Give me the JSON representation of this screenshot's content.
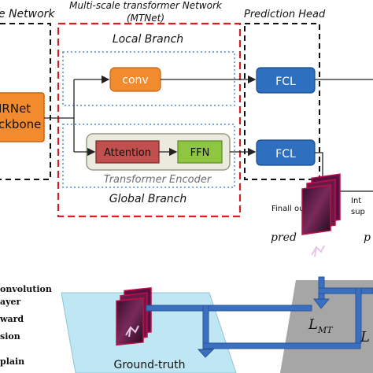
{
  "headers": {
    "backbone_partial": "e Network",
    "mtnet_line1": "Multi-scale transformer Network",
    "mtnet_line2": "(MTNet)",
    "prediction_head": "Prediction Head"
  },
  "branches": {
    "local": "Local Branch",
    "global": "Global Branch",
    "encoder": "Transformer Encoder"
  },
  "blocks": {
    "backbone_line1": "IRNet",
    "backbone_line2": "ckbone",
    "conv": "conv",
    "attention": "Attention",
    "ffn": "FFN",
    "fcl_top": "FCL",
    "fcl_bottom": "FCL"
  },
  "labels": {
    "final_output": "Finall output",
    "side_line1": "Int",
    "side_line2": "sup",
    "pred": "pred",
    "pred_partial": "p",
    "ground_truth": "Ground-truth",
    "loss_mt": "L",
    "loss_mt_sub": "MT",
    "loss_right": "L"
  },
  "legend": [
    "onvolution",
    "ayer",
    "ward",
    "sion",
    "plain"
  ],
  "colors": {
    "orange_block": "#f28a2e",
    "fcl_blue": "#2f6fbf",
    "attention_red": "#c0504d",
    "ffn_green": "#8ec641",
    "dashed_red": "#d42020",
    "dotted_blue": "#7da7d9",
    "flow_blue": "#3b6fc0",
    "plane_cyan": "#bfe6f3",
    "plane_gray": "#a6a6a6"
  }
}
